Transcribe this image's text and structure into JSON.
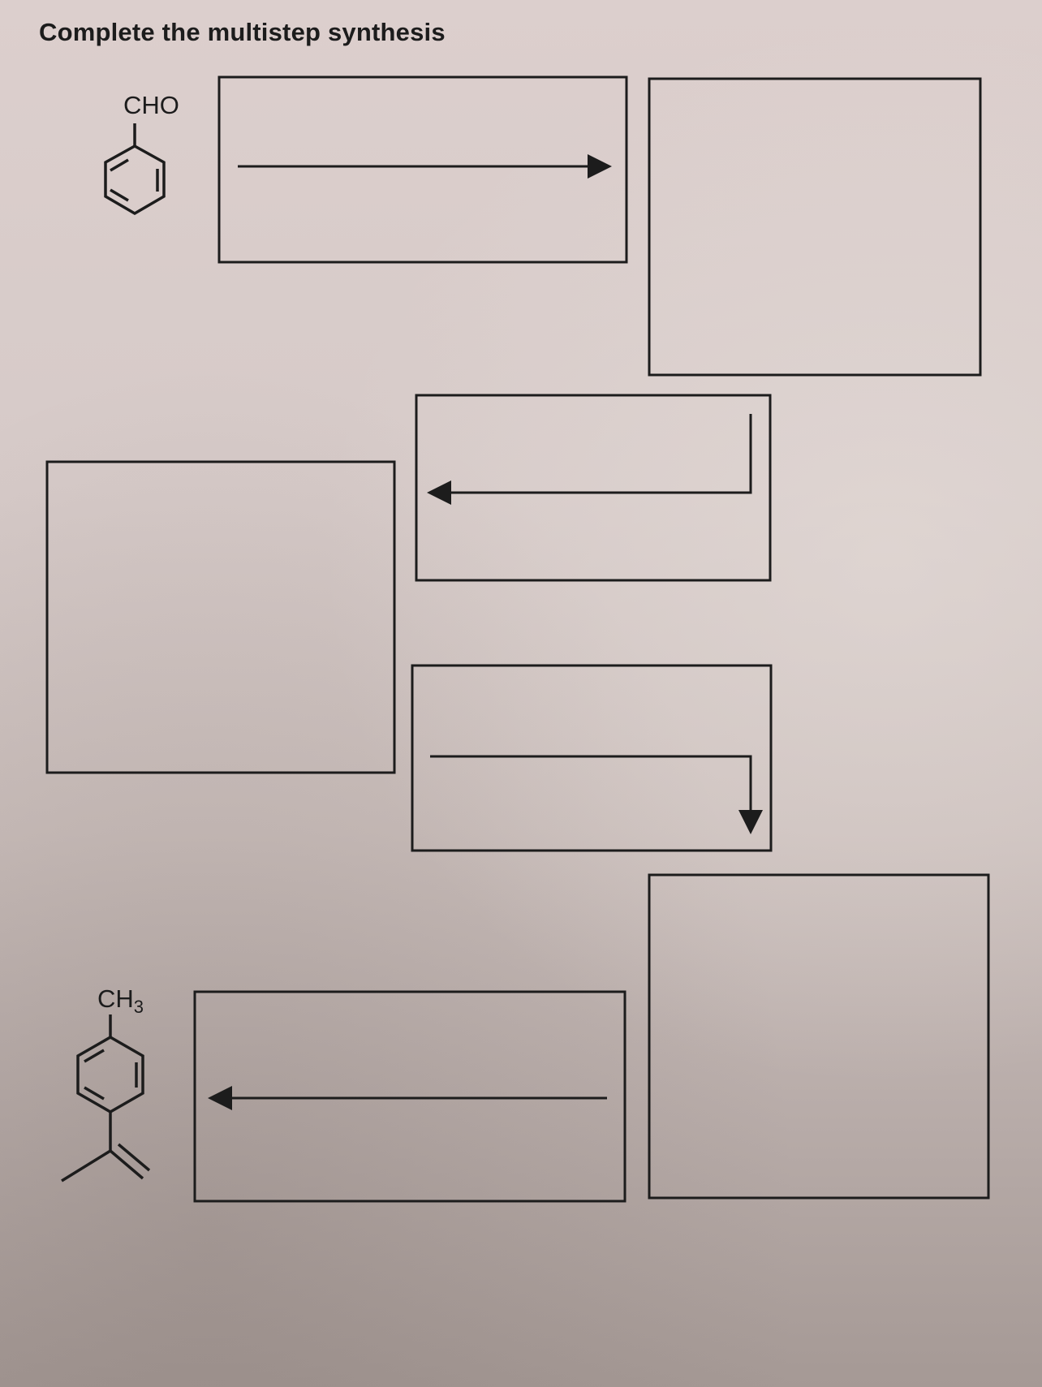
{
  "worksheet": {
    "title": "Complete the multistep synthesis",
    "starting_material": {
      "substituent_label": "CHO"
    },
    "target_product": {
      "substituent_label": "CH3"
    },
    "boxes": [
      {
        "name": "reagent-box-1",
        "content": "",
        "arrow": "right"
      },
      {
        "name": "product-box-1",
        "content": ""
      },
      {
        "name": "reagent-box-2",
        "content": "",
        "arrow": "down-then-left"
      },
      {
        "name": "product-box-2",
        "content": ""
      },
      {
        "name": "reagent-box-3",
        "content": "",
        "arrow": "right-then-down"
      },
      {
        "name": "product-box-3",
        "content": ""
      },
      {
        "name": "reagent-box-4",
        "content": "",
        "arrow": "left"
      }
    ]
  }
}
